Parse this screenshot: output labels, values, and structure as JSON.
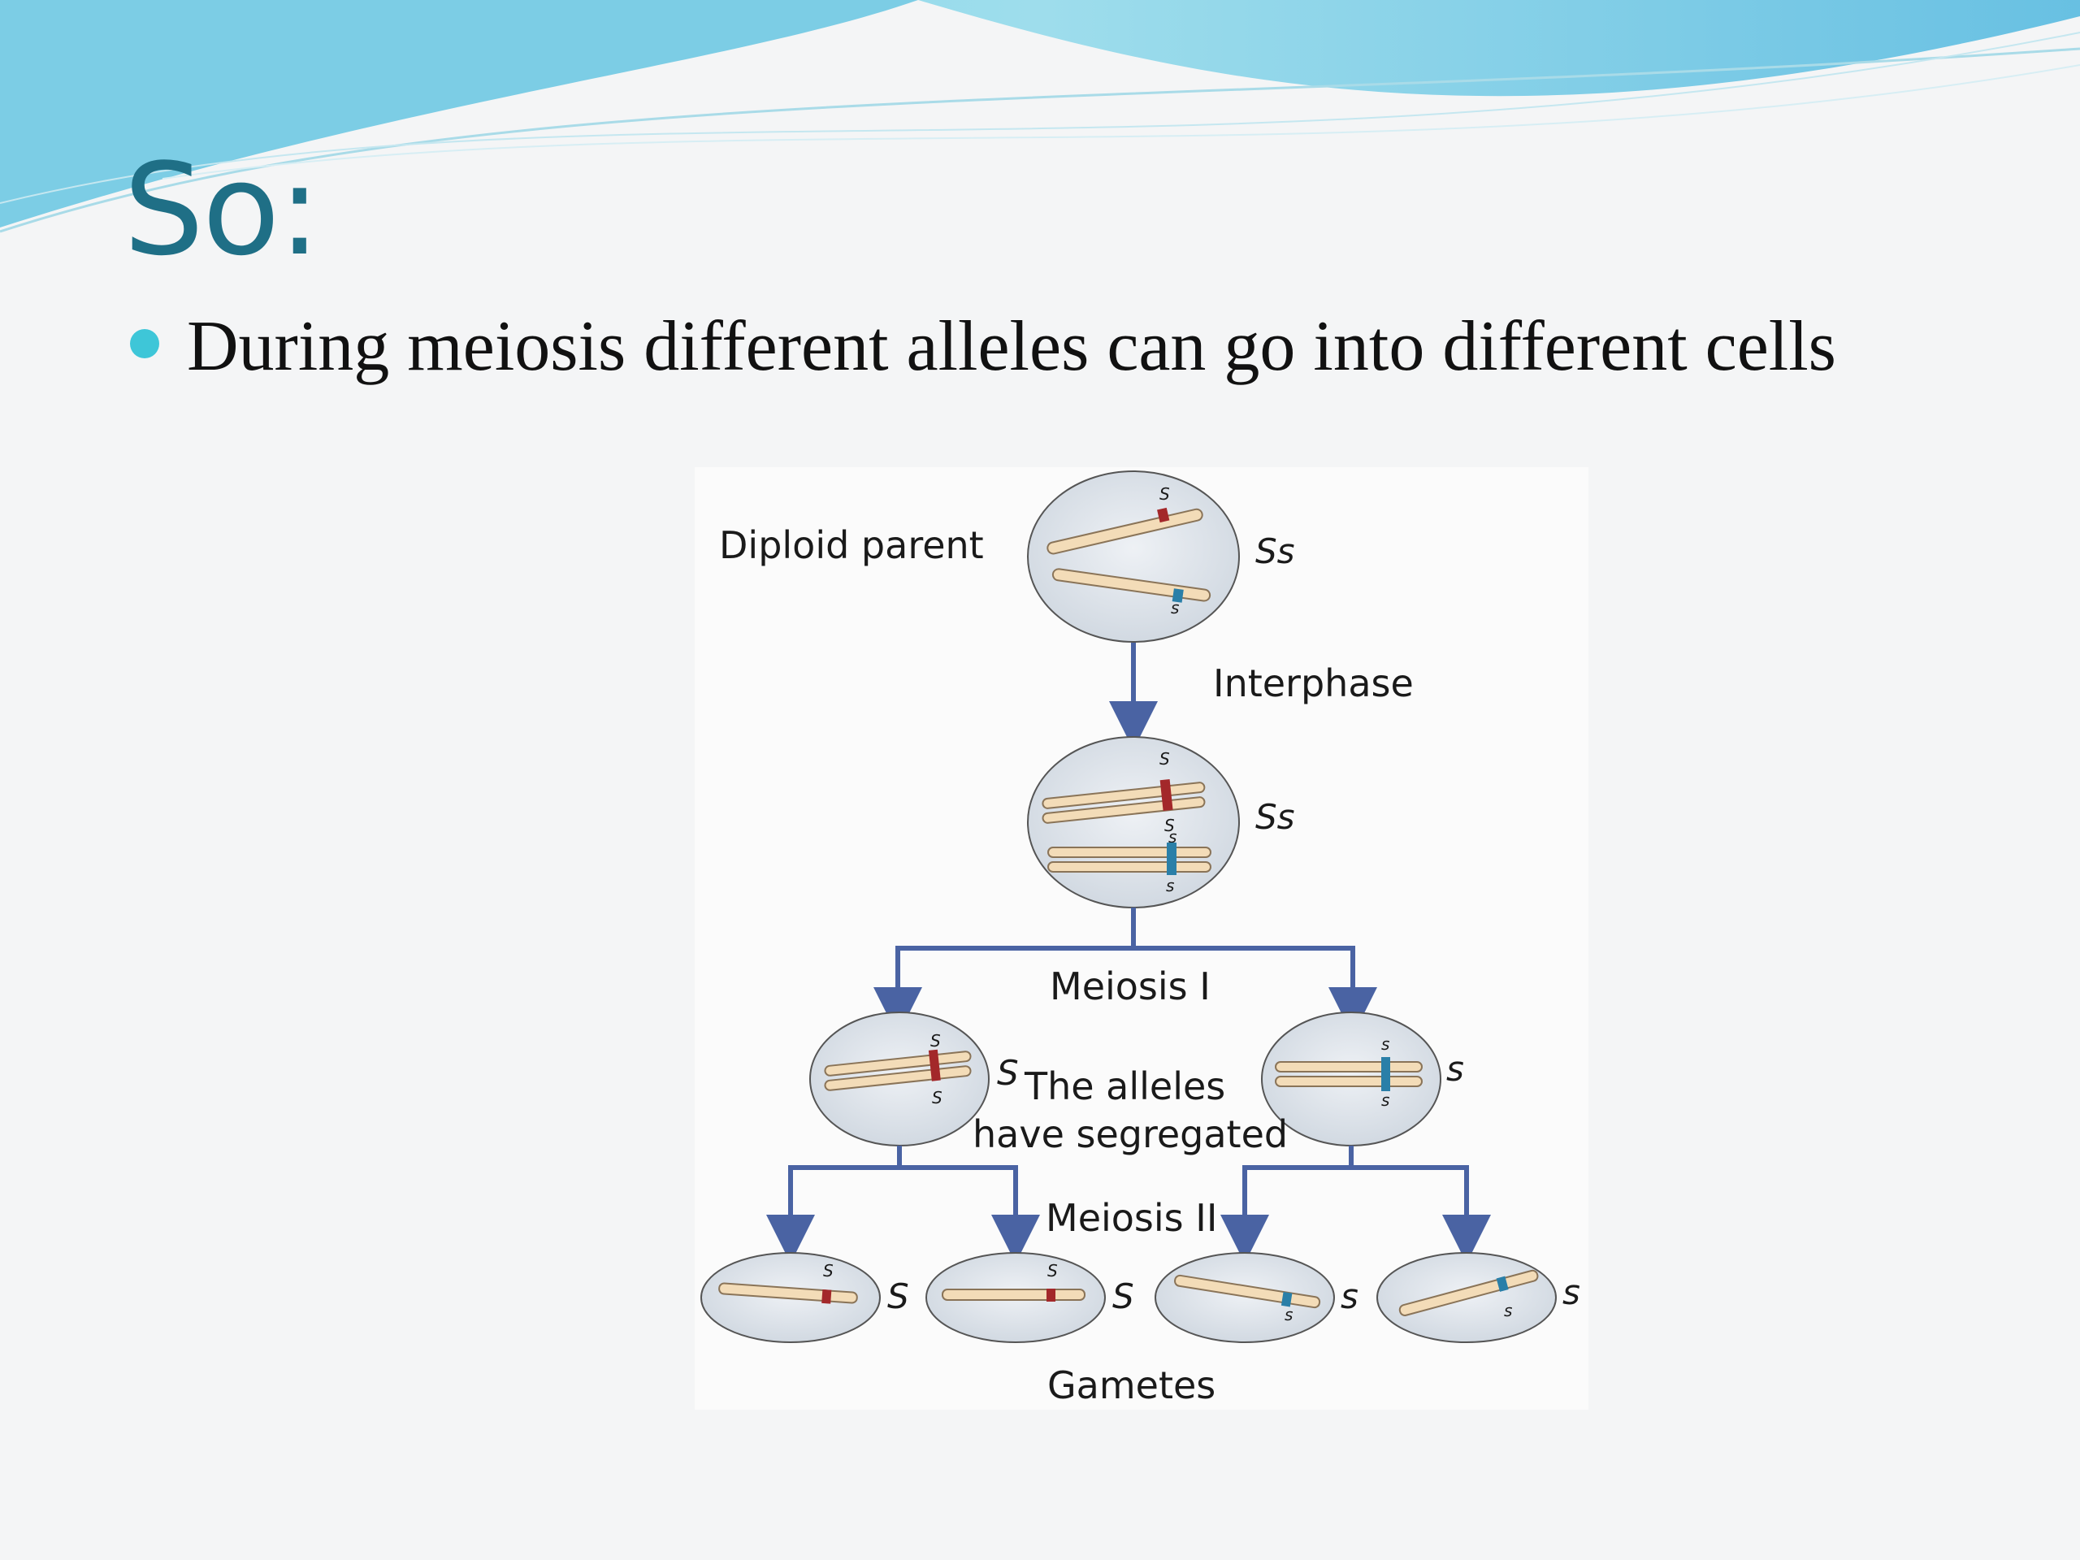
{
  "slide": {
    "title": "So:",
    "bullet": "During meiosis different alleles can go into different cells"
  },
  "colors": {
    "title": "#1f6f86",
    "bullet_dot": "#3ec6d8",
    "arrow": "#4a63a3",
    "cell_fill": "#dde3ea",
    "chromosome": "#f3dcb8",
    "allele_S": "#a3282a",
    "allele_s": "#2a7fa8"
  },
  "diagram": {
    "diploid_label": "Diploid parent",
    "genotype_parent": "Ss",
    "interphase_label": "Interphase",
    "genotype_interphase": "Ss",
    "meiosis1_label": "Meiosis I",
    "segregation_note_line1": "The alleles",
    "segregation_note_line2": "have segregated",
    "cell_left_allele": "S",
    "cell_right_allele": "s",
    "meiosis2_label": "Meiosis II",
    "gamete_alleles": [
      "S",
      "S",
      "s",
      "s"
    ],
    "gametes_label": "Gametes",
    "allele_S": "S",
    "allele_s": "s"
  }
}
